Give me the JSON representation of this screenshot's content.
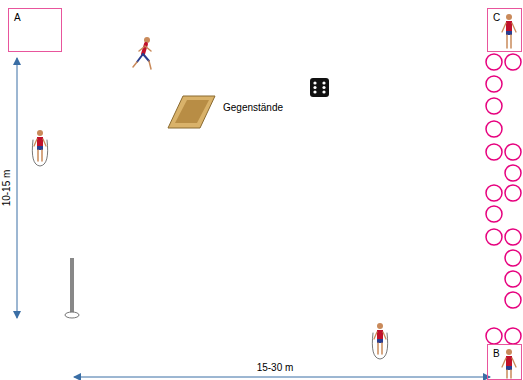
{
  "diagram": {
    "nodes": [
      {
        "text": [
          "A"
        ]
      },
      {
        "text": [
          "C"
        ]
      },
      {
        "text": [
          "B"
        ]
      }
    ],
    "labels": [
      "Gegenstände",
      "10-15 m",
      "15-30 m"
    ]
  }
}
